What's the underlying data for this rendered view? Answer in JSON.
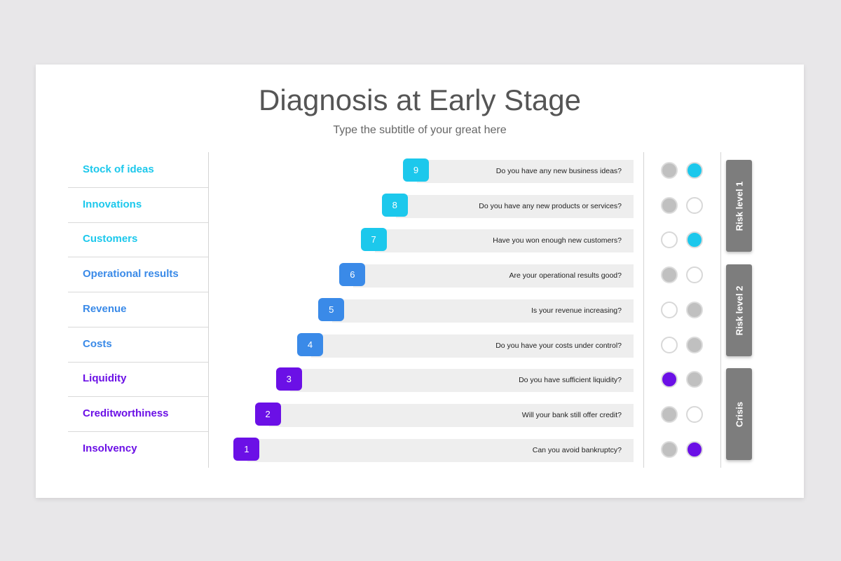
{
  "title": "Diagnosis at Early Stage",
  "subtitle": "Type the subtitle of your great here",
  "colors": {
    "cyan": "#1cc8ec",
    "blue": "#3a8ae8",
    "purple": "#6b10e6",
    "gray_dot": "#c0c0c0",
    "risk_box": "#7d7d7d"
  },
  "rows": [
    {
      "label": "Stock of ideas",
      "number": "9",
      "question": "Do you have any new business ideas?",
      "color": "cyan",
      "left": "gray",
      "right": "cyan"
    },
    {
      "label": "Innovations",
      "number": "8",
      "question": "Do you have any new products or services?",
      "color": "cyan",
      "left": "gray",
      "right": "empty"
    },
    {
      "label": "Customers",
      "number": "7",
      "question": "Have you won enough new customers?",
      "color": "cyan",
      "left": "empty",
      "right": "cyan"
    },
    {
      "label": "Operational results",
      "number": "6",
      "question": "Are your operational results good?",
      "color": "blue",
      "left": "gray",
      "right": "empty"
    },
    {
      "label": "Revenue",
      "number": "5",
      "question": "Is your revenue increasing?",
      "color": "blue",
      "left": "empty",
      "right": "gray"
    },
    {
      "label": "Costs",
      "number": "4",
      "question": "Do you have your costs under control?",
      "color": "blue",
      "left": "empty",
      "right": "gray"
    },
    {
      "label": "Liquidity",
      "number": "3",
      "question": "Do you have sufficient liquidity?",
      "color": "purple",
      "left": "purple",
      "right": "gray"
    },
    {
      "label": "Creditworthiness",
      "number": "2",
      "question": "Will your bank still offer credit?",
      "color": "purple",
      "left": "gray",
      "right": "empty"
    },
    {
      "label": "Insolvency",
      "number": "1",
      "question": "Can you avoid bankruptcy?",
      "color": "purple",
      "left": "gray",
      "right": "purple"
    }
  ],
  "risk_levels": [
    {
      "label": "Risk level 1"
    },
    {
      "label": "Risk level 2"
    },
    {
      "label": "Crisis"
    }
  ]
}
